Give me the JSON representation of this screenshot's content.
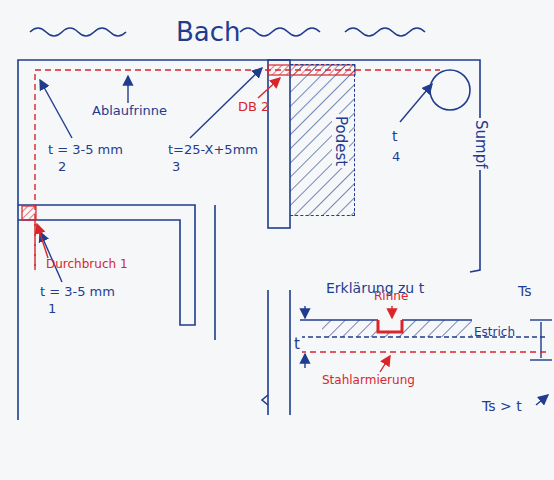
{
  "diagram": {
    "title": "Bach",
    "nodes": [
      {
        "text": [
          "Podest"
        ]
      },
      {
        "text": [
          "Sumpf"
        ]
      }
    ],
    "labels": [
      "Ablaufrinne",
      "t = 3-5 mm",
      "2",
      "DB 2",
      "t=25-X+5mm",
      "3",
      "t",
      "4",
      "Durchbruch 1",
      "t = 3-5 mm",
      "1",
      "Erklärung zu t",
      "Rinne",
      "Estrich",
      "t",
      "Ts",
      "Stahlarmierung",
      "Ts > t"
    ]
  }
}
